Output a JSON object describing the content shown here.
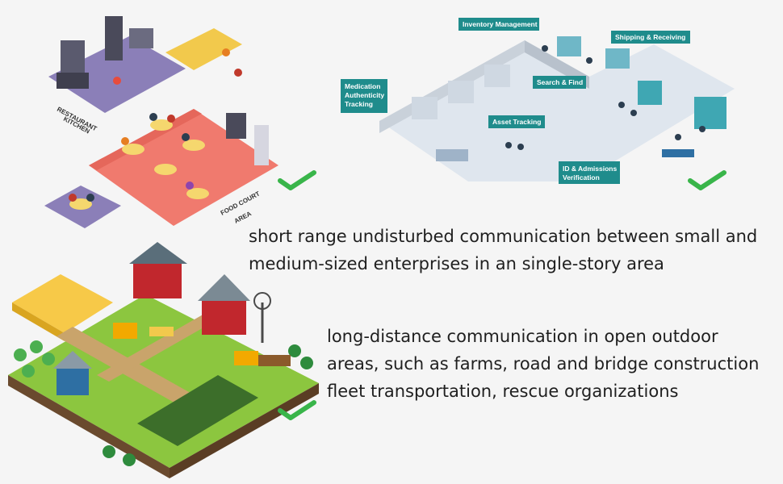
{
  "captions": {
    "indoor": [
      "short range undisturbed communication between small and",
      "medium-sized enterprises in an single-story area"
    ],
    "outdoor": [
      "long-distance communication in open outdoor",
      "areas, such as farms, road and bridge construction",
      "fleet transportation, rescue organizations"
    ]
  },
  "restaurant_scene": {
    "kitchen_label": [
      "RESTAURANT",
      "KITCHEN"
    ],
    "foodcourt_label": [
      "FOOD COURT",
      "AREA"
    ]
  },
  "hospital_scene": {
    "tags": [
      "Inventory Management",
      "Shipping & Receiving",
      "Medication",
      "Authenticity",
      "Tracking",
      "Search & Find",
      "Asset Tracking",
      "ID & Admissions",
      "Verification"
    ]
  },
  "colors": {
    "check": "#39b54a",
    "tag_bg": "#1f8c8c",
    "floor_red": "#f07a6e",
    "farm_green": "#8cc63f",
    "barn_red": "#c1272d"
  },
  "icons": {
    "check": "checkmark-icon"
  }
}
